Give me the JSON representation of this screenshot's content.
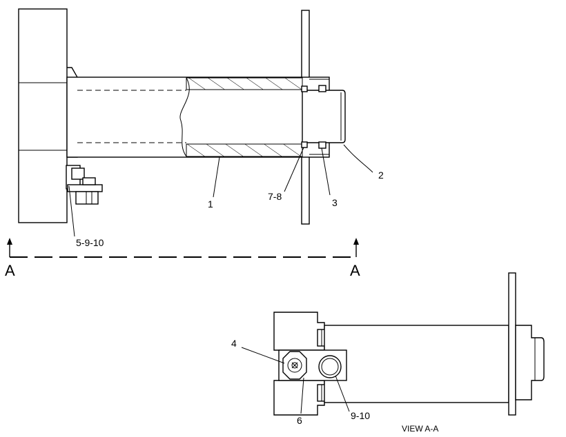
{
  "callouts": {
    "c1": "1",
    "c2": "2",
    "c3": "3",
    "c78": "7-8",
    "c5910": "5-9-10",
    "c4": "4",
    "c6": "6",
    "c910": "9-10"
  },
  "section": {
    "left_letter": "A",
    "right_letter": "A"
  },
  "view_title": "VIEW A-A"
}
